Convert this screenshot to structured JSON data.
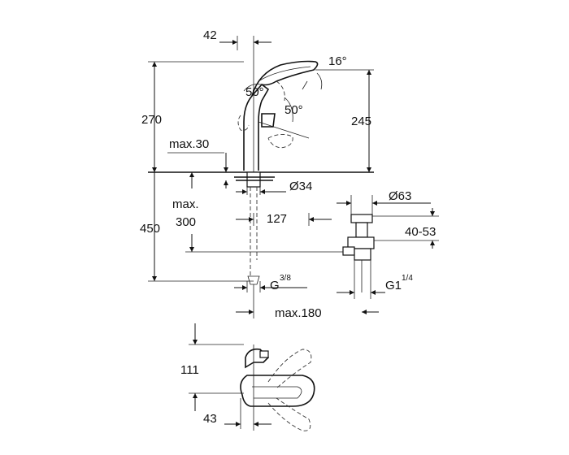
{
  "dimensions": {
    "spout_reach_top": "42",
    "angle_spout": "16°",
    "angle_lever_1": "50°",
    "angle_lever_2": "50°",
    "height_total": "270",
    "height_spout": "245",
    "max_deck_thickness": "max.30",
    "hole_diameter": "Ø34",
    "max_depth_label_1": "max.",
    "max_depth_label_2": "300",
    "height_below_deck": "450",
    "waste_offset": "127",
    "waste_diameter": "Ø63",
    "waste_height_range": "40-53",
    "thread_inlet": "G",
    "thread_inlet_frac": "3/8",
    "thread_waste": "G1",
    "thread_waste_frac": "1/4",
    "max_distance": "max.180",
    "plan_depth": "111",
    "plan_offset": "43"
  }
}
